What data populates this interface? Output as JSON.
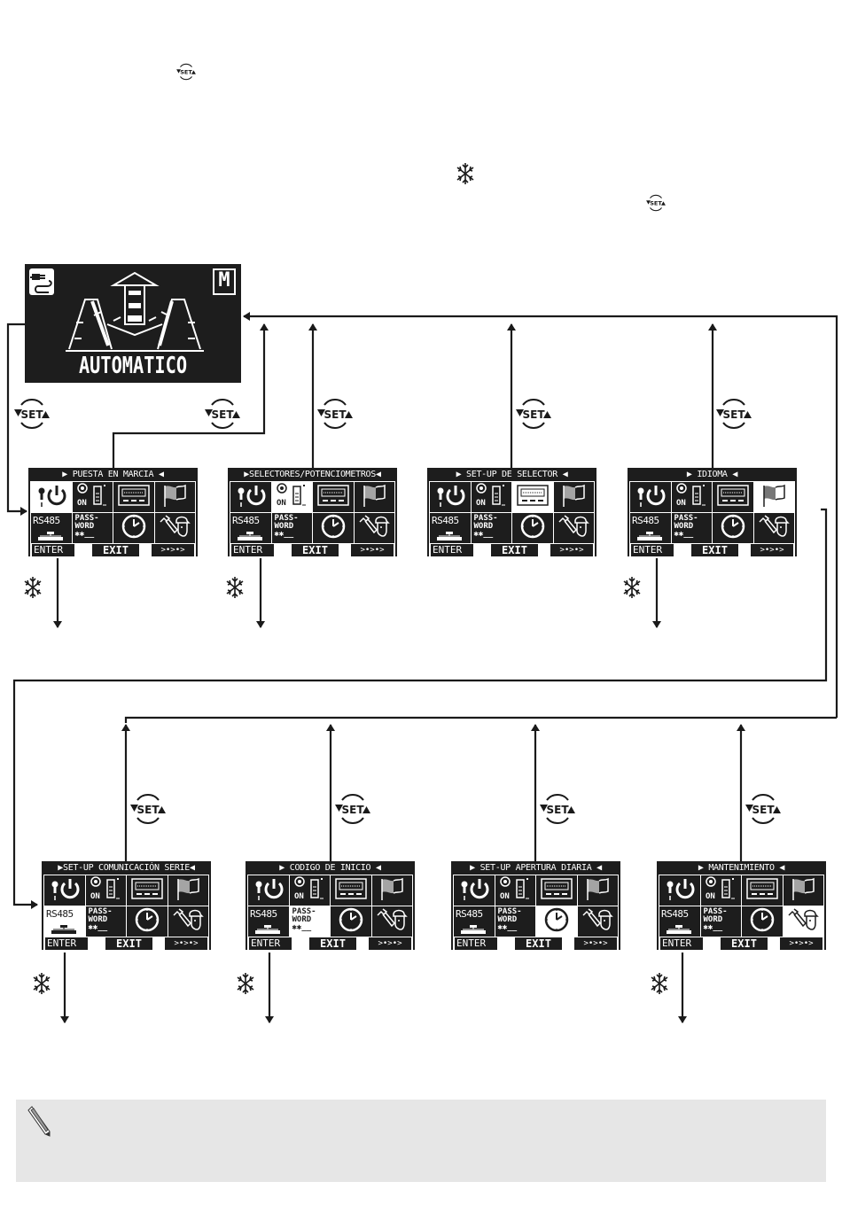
{
  "main_display": {
    "mode_label": "AUTOMATICO",
    "left_icon": "power-plug-icon",
    "right_badge": "M"
  },
  "legend_icons": {
    "set_button": "SET",
    "enter_key": "snowflake-icon"
  },
  "menus": [
    {
      "title": "▶ PUESTA EN MARCIA ◀",
      "selected_cell": 0
    },
    {
      "title": "▶SELECTORES/POTENCIOMETROS◀",
      "selected_cell": 1
    },
    {
      "title": "▶ SET-UP DE SELECTOR ◀",
      "selected_cell": 2
    },
    {
      "title": "▶ IDIOMA ◀",
      "selected_cell": 3
    },
    {
      "title": "▶SET-UP COMUNICACIÓN SERIE◀",
      "selected_cell": 4
    },
    {
      "title": "▶ CODIGO DE INICIO ◀",
      "selected_cell": 5
    },
    {
      "title": "▶ SET-UP APERTURA DIARIA ◀",
      "selected_cell": 6
    },
    {
      "title": "▶ MANTENIMIENTO ◀",
      "selected_cell": 7
    }
  ],
  "menu_cells": [
    {
      "name": "startup",
      "icon": "power-icon"
    },
    {
      "name": "selectors-potentiometers",
      "icon": "selector-on-icon",
      "label": "ON"
    },
    {
      "name": "selector-setup",
      "icon": "keypad-display-icon"
    },
    {
      "name": "language",
      "icon": "flag-icon"
    },
    {
      "name": "serial-comm",
      "icon": "network-icon",
      "label": "RS485"
    },
    {
      "name": "start-code",
      "icon": "password-icon",
      "label_line1": "PASS-",
      "label_line2": "WORD",
      "label_line3": "✱✱__"
    },
    {
      "name": "daily-opening",
      "icon": "clock-icon"
    },
    {
      "name": "maintenance",
      "icon": "maintenance-icon"
    }
  ],
  "footer": {
    "enter": "ENTER",
    "exit": "EXIT",
    "nav": ">•>•>"
  },
  "note": {
    "icon": "pencil-icon"
  }
}
